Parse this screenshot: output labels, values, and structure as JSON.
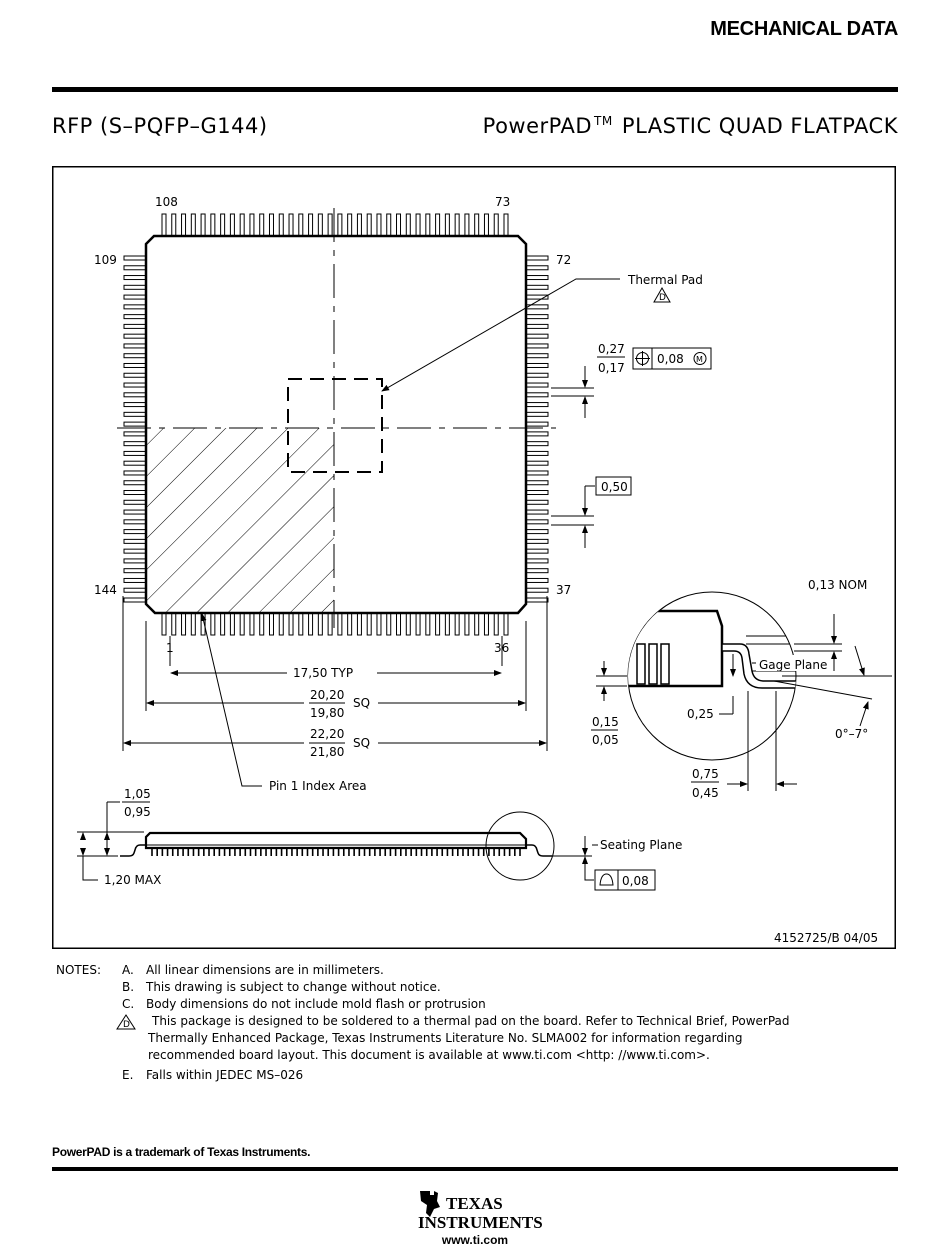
{
  "header": {
    "title": "MECHANICAL DATA"
  },
  "package": {
    "id": "RFP (S–PQFP–G144)",
    "title_pre": "PowerPAD",
    "title_tm": "TM",
    "title_post": "PLASTIC QUAD FLATPACK"
  },
  "drawing": {
    "pins": {
      "top_left": "108",
      "top_right": "73",
      "left_top": "109",
      "right_top": "72",
      "left_bottom": "144",
      "right_bottom": "37",
      "bottom_left": "1",
      "bottom_right": "36"
    },
    "callouts": {
      "thermal_pad": "Thermal Pad",
      "pin1_index": "Pin 1 Index Area",
      "gage_plane": "Gage Plane",
      "seating_plane": "Seating Plane"
    },
    "dims": {
      "lead_width_max": "0,27",
      "lead_width_min": "0,17",
      "position_tol": "0,08",
      "pitch": "0,50",
      "span_typ": "17,50 TYP",
      "body_max": "20,20",
      "body_min": "19,80",
      "sq": "SQ",
      "overall_max": "22,20",
      "overall_min": "21,80",
      "height_nom_max": "1,05",
      "height_nom_min": "0,95",
      "height_max": "1,20 MAX",
      "coplanarity": "0,08",
      "thickness": "0,13 NOM",
      "gage": "0,25",
      "standoff_max": "0,15",
      "standoff_min": "0,05",
      "foot_max": "0,75",
      "foot_min": "0,45",
      "angle": "0°–7°"
    },
    "drawing_number": "4152725/B 04/05"
  },
  "notes": {
    "label": "NOTES:",
    "items": [
      {
        "letter": "A.",
        "text": "All linear dimensions are in millimeters."
      },
      {
        "letter": "B.",
        "text": "This drawing is subject to change without notice."
      },
      {
        "letter": "C.",
        "text": "Body dimensions do not include mold flash or protrusion"
      },
      {
        "letter": "D",
        "text": "This package is designed to be soldered to a thermal pad on the board.  Refer to Technical Brief, PowerPad"
      },
      {
        "letter": "",
        "text": "Thermally Enhanced Package, Texas Instruments Literature No. SLMA002 for information regarding"
      },
      {
        "letter": "",
        "text": "recommended board layout.  This document is available at www.ti.com <http: //www.ti.com>."
      },
      {
        "letter": "E.",
        "text": "Falls within JEDEC MS–026"
      }
    ]
  },
  "footer": {
    "trademark": "PowerPAD is a trademark of Texas Instruments.",
    "logo_line1": "TEXAS",
    "logo_line2": "INSTRUMENTS",
    "url": "www.ti.com"
  }
}
